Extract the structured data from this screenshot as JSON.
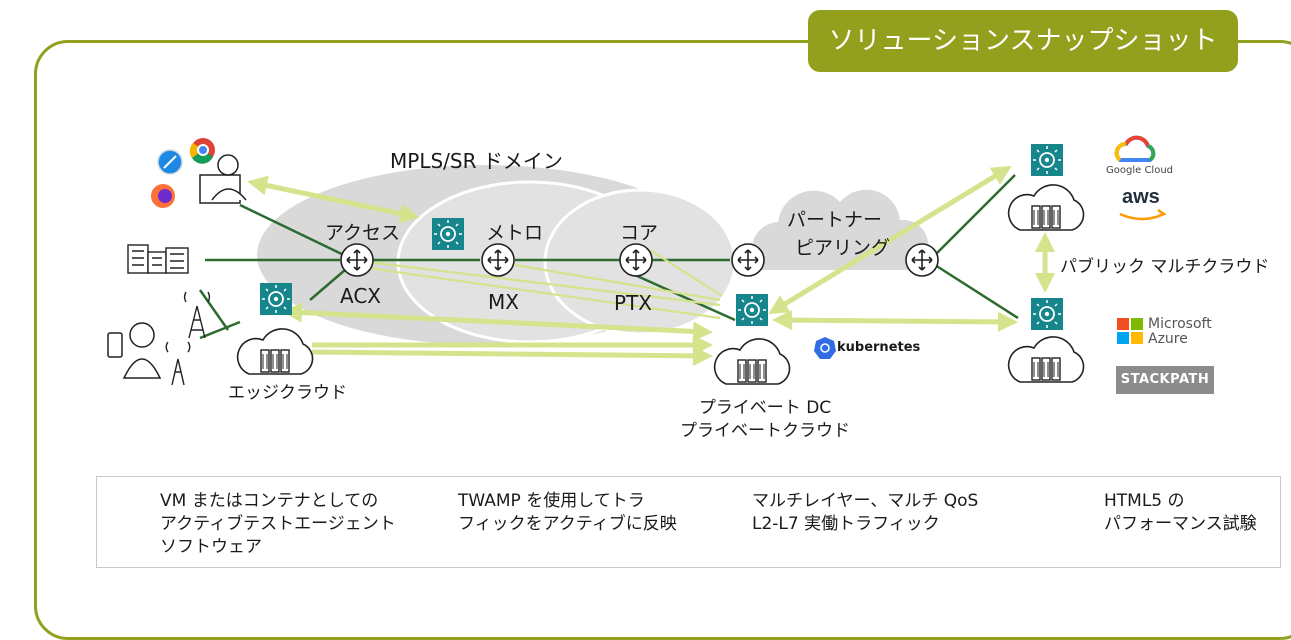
{
  "title": "ソリューションスナップショット",
  "labels": {
    "mpls_domain": "MPLS/SR ドメイン",
    "access": "アクセス",
    "metro": "メトロ",
    "core": "コア",
    "partner_peering_1": "パートナー",
    "partner_peering_2": "ピアリング",
    "acx": "ACX",
    "mx": "MX",
    "ptx": "PTX",
    "edge_cloud": "エッジクラウド",
    "private_dc_1": "プライベート DC",
    "private_dc_2": "プライベートクラウド",
    "public_multicloud": "パブリック マルチクラウド"
  },
  "brands": {
    "google_cloud": "Google Cloud",
    "aws": "aws",
    "microsoft_azure_1": "Microsoft",
    "microsoft_azure_2": "Azure",
    "stackpath": "STACKPATH",
    "kubernetes": "kubernetes"
  },
  "legend": [
    {
      "icon": "test-agent-icon",
      "lines": [
        "VM またはコンテナとしての",
        "アクティブテストエージェント",
        "ソフトウェア"
      ]
    },
    {
      "icon": "twamp-arrow-icon",
      "lines": [
        "TWAMP を使用してトラ",
        "フィックをアクティブに反映"
      ]
    },
    {
      "icon": "double-arrow-icon",
      "lines": [
        "マルチレイヤー、マルチ QoS",
        "L2-L7 実働トラフィック"
      ]
    },
    {
      "icon": "browsers-icon",
      "lines": [
        "HTML5 の",
        "パフォーマンス試験"
      ]
    }
  ],
  "colors": {
    "accent_olive": "#93a01e",
    "arrow_lime": "#d4e38c",
    "link_green": "#2e6b2e",
    "agent_teal": "#17868c",
    "cloud_gray": "#d6d6d6"
  }
}
